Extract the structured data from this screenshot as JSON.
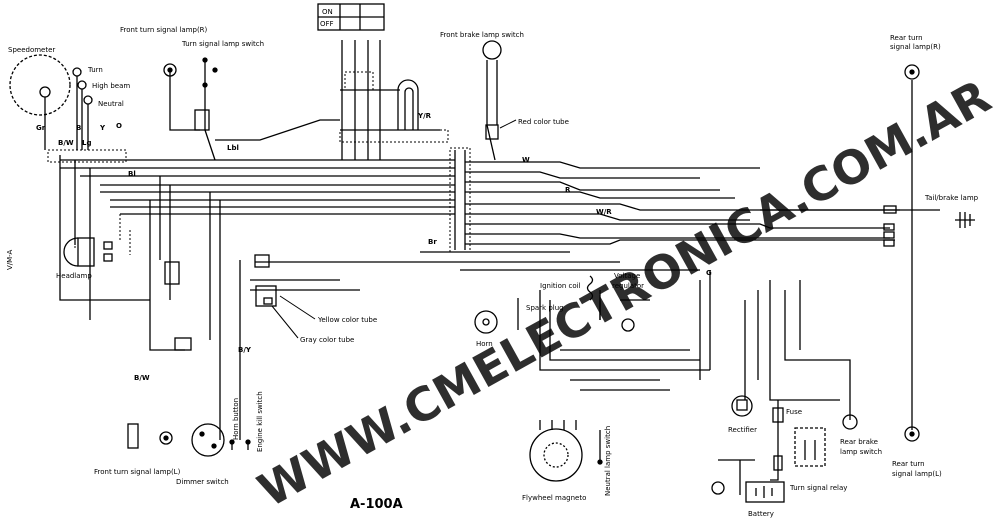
{
  "diagram": {
    "title": "A-100A",
    "side_label": "V/M-A",
    "watermark": "WWW.CMELECTRONICA.COM.AR",
    "colors": {
      "ink": "#000000",
      "watermark": "#ec6f8c",
      "paper": "#ffffff"
    },
    "components": {
      "speedometer": "Speedometer",
      "turn": "Turn",
      "high_beam": "High beam",
      "neutral": "Neutral",
      "front_turn_lamp_r": "Front turn signal lamp(R)",
      "turn_signal_switch": "Turn signal lamp switch",
      "on": "ON",
      "off": "OFF",
      "front_brake_switch": "Front brake lamp switch",
      "red_color_tube": "Red color tube",
      "rear_turn_lamp_r_1": "Rear turn",
      "rear_turn_lamp_r_2": "signal lamp(R)",
      "tail_brake_lamp": "Tail/brake lamp",
      "headlamp": "Headlamp",
      "yellow_color_tube": "Yellow color tube",
      "gray_color_tube": "Gray color tube",
      "horn": "Horn",
      "ignition_coil": "Ignition coil",
      "voltage_regulator_1": "Voltage",
      "voltage_regulator_2": "regulator",
      "spark_plug": "Spark plug",
      "horn_button": "Horn button",
      "engine_kill_switch": "Engine kill switch",
      "front_turn_lamp_l": "Front turn signal lamp(L)",
      "dimmer_switch": "Dimmer switch",
      "flywheel_magneto": "Flywheel magneto",
      "neutral_lamp_switch": "Neutral lamp switch",
      "rectifier": "Rectifier",
      "fuse": "Fuse",
      "battery": "Battery",
      "turn_signal_relay": "Turn signal relay",
      "rear_brake_switch_1": "Rear brake",
      "rear_brake_switch_2": "lamp switch",
      "rear_turn_lamp_l_1": "Rear turn",
      "rear_turn_lamp_l_2": "signal lamp(L)"
    },
    "wire_labels": {
      "gr": "Gr",
      "bw": "B/W",
      "b": "B",
      "lg": "Lg",
      "y": "Y",
      "o": "O",
      "bl": "Bl",
      "lbl": "Lbl",
      "w": "W",
      "r": "R",
      "br": "Br",
      "g": "G",
      "by": "B/Y",
      "yr": "Y/R",
      "wr": "W/R",
      "bw2": "B/W"
    }
  }
}
